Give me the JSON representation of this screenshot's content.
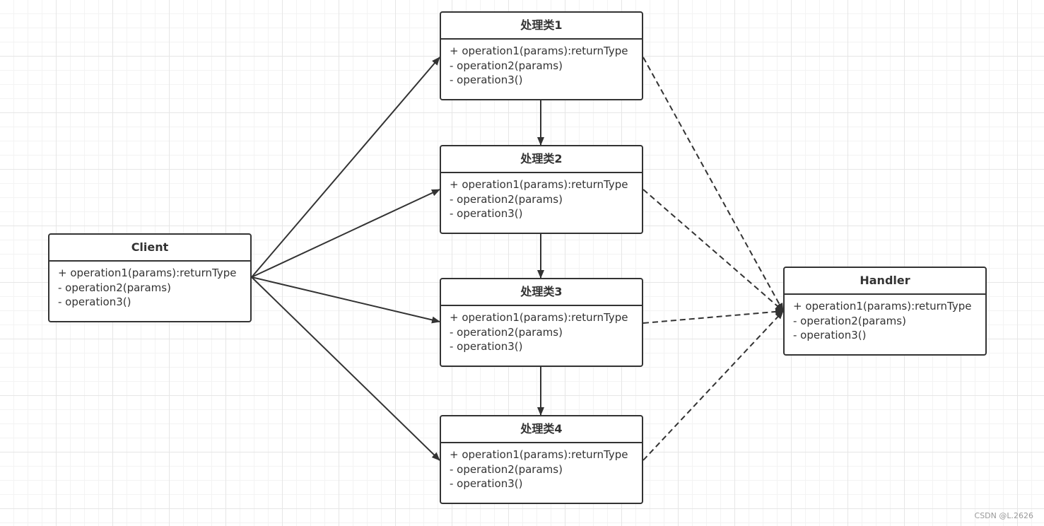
{
  "diagram": {
    "classes": [
      {
        "id": "client",
        "name": "Client",
        "members": [
          "+ operation1(params):returnType",
          "- operation2(params)",
          "- operation3()"
        ]
      },
      {
        "id": "handler1",
        "name": "处理类1",
        "members": [
          "+ operation1(params):returnType",
          "- operation2(params)",
          "- operation3()"
        ]
      },
      {
        "id": "handler2",
        "name": "处理类2",
        "members": [
          "+ operation1(params):returnType",
          "- operation2(params)",
          "- operation3()"
        ]
      },
      {
        "id": "handler3",
        "name": "处理类3",
        "members": [
          "+ operation1(params):returnType",
          "- operation2(params)",
          "- operation3()"
        ]
      },
      {
        "id": "handler4",
        "name": "处理类4",
        "members": [
          "+ operation1(params):returnType",
          "- operation2(params)",
          "- operation3()"
        ]
      },
      {
        "id": "handler",
        "name": "Handler",
        "members": [
          "+ operation1(params):returnType",
          "- operation2(params)",
          "- operation3()"
        ]
      }
    ],
    "associations": [
      {
        "from": "client",
        "to": "handler1",
        "style": "solid"
      },
      {
        "from": "client",
        "to": "handler2",
        "style": "solid"
      },
      {
        "from": "client",
        "to": "handler3",
        "style": "solid"
      },
      {
        "from": "client",
        "to": "handler4",
        "style": "solid"
      },
      {
        "from": "handler1",
        "to": "handler2",
        "style": "solid"
      },
      {
        "from": "handler2",
        "to": "handler3",
        "style": "solid"
      },
      {
        "from": "handler3",
        "to": "handler4",
        "style": "solid"
      },
      {
        "from": "handler1",
        "to": "handler",
        "style": "dashed"
      },
      {
        "from": "handler2",
        "to": "handler",
        "style": "dashed"
      },
      {
        "from": "handler3",
        "to": "handler",
        "style": "dashed"
      },
      {
        "from": "handler4",
        "to": "handler",
        "style": "dashed"
      }
    ]
  },
  "colors": {
    "line": "#333333",
    "box_border": "#333333",
    "text": "#333333"
  },
  "watermark": "CSDN @L.2626"
}
